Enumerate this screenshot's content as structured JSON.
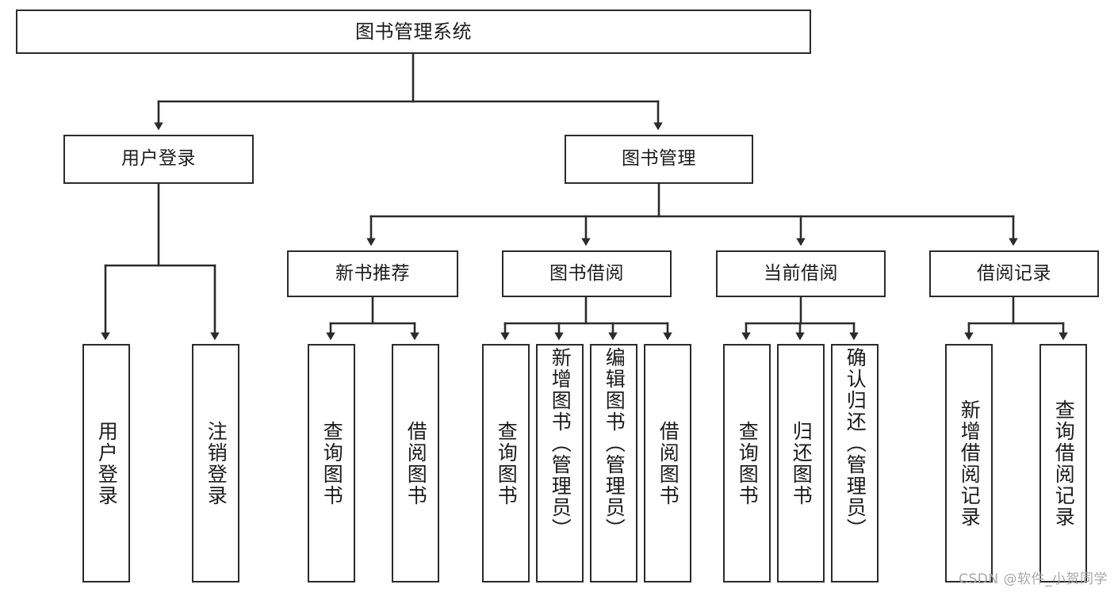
{
  "diagram": {
    "title": "图书管理系统",
    "watermark": "CSDN @软件_小贺同学",
    "colors": {
      "stroke": "#2b2b2b",
      "fill": "#ffffff",
      "text": "#1b1b1b",
      "watermark": "#a8a8a8"
    },
    "levels": {
      "root": {
        "label": "图书管理系统"
      },
      "level2": [
        {
          "id": "user-login",
          "label": "用户登录"
        },
        {
          "id": "book-management",
          "label": "图书管理"
        }
      ],
      "level3": [
        {
          "id": "new-book-recommend",
          "label": "新书推荐"
        },
        {
          "id": "book-borrow",
          "label": "图书借阅"
        },
        {
          "id": "current-borrow",
          "label": "当前借阅"
        },
        {
          "id": "borrow-record",
          "label": "借阅记录"
        }
      ],
      "level4": {
        "user-login": [
          {
            "id": "leaf-user-login",
            "label": "用户登录"
          },
          {
            "id": "leaf-logout",
            "label": "注销登录"
          }
        ],
        "new-book-recommend": [
          {
            "id": "leaf-query-book-1",
            "label": "查询图书"
          },
          {
            "id": "leaf-borrow-book-1",
            "label": "借阅图书"
          }
        ],
        "book-borrow": [
          {
            "id": "leaf-query-book-2",
            "label": "查询图书"
          },
          {
            "id": "leaf-add-book",
            "label": "新增图书（管理员）"
          },
          {
            "id": "leaf-edit-book",
            "label": "编辑图书（管理员）"
          },
          {
            "id": "leaf-borrow-book-2",
            "label": "借阅图书"
          }
        ],
        "current-borrow": [
          {
            "id": "leaf-query-book-3",
            "label": "查询图书"
          },
          {
            "id": "leaf-return-book",
            "label": "归还图书"
          },
          {
            "id": "leaf-confirm-return",
            "label": "确认归还（管理员）"
          }
        ],
        "borrow-record": [
          {
            "id": "leaf-add-record",
            "label": "新增借阅记录"
          },
          {
            "id": "leaf-query-record",
            "label": "查询借阅记录"
          }
        ]
      }
    }
  }
}
